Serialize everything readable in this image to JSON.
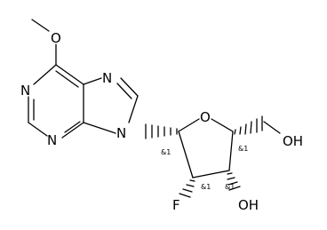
{
  "molecule": {
    "atoms": {
      "o_methoxy": "O",
      "n1": "N",
      "n3": "N",
      "n7": "N",
      "n9": "N",
      "o_ring": "O",
      "oh_5": "OH",
      "f": "F",
      "oh_3": "OH"
    },
    "stereo_labels": {
      "c1": "&1",
      "c2": "&1",
      "c3": "&1",
      "c4": "&1"
    }
  }
}
